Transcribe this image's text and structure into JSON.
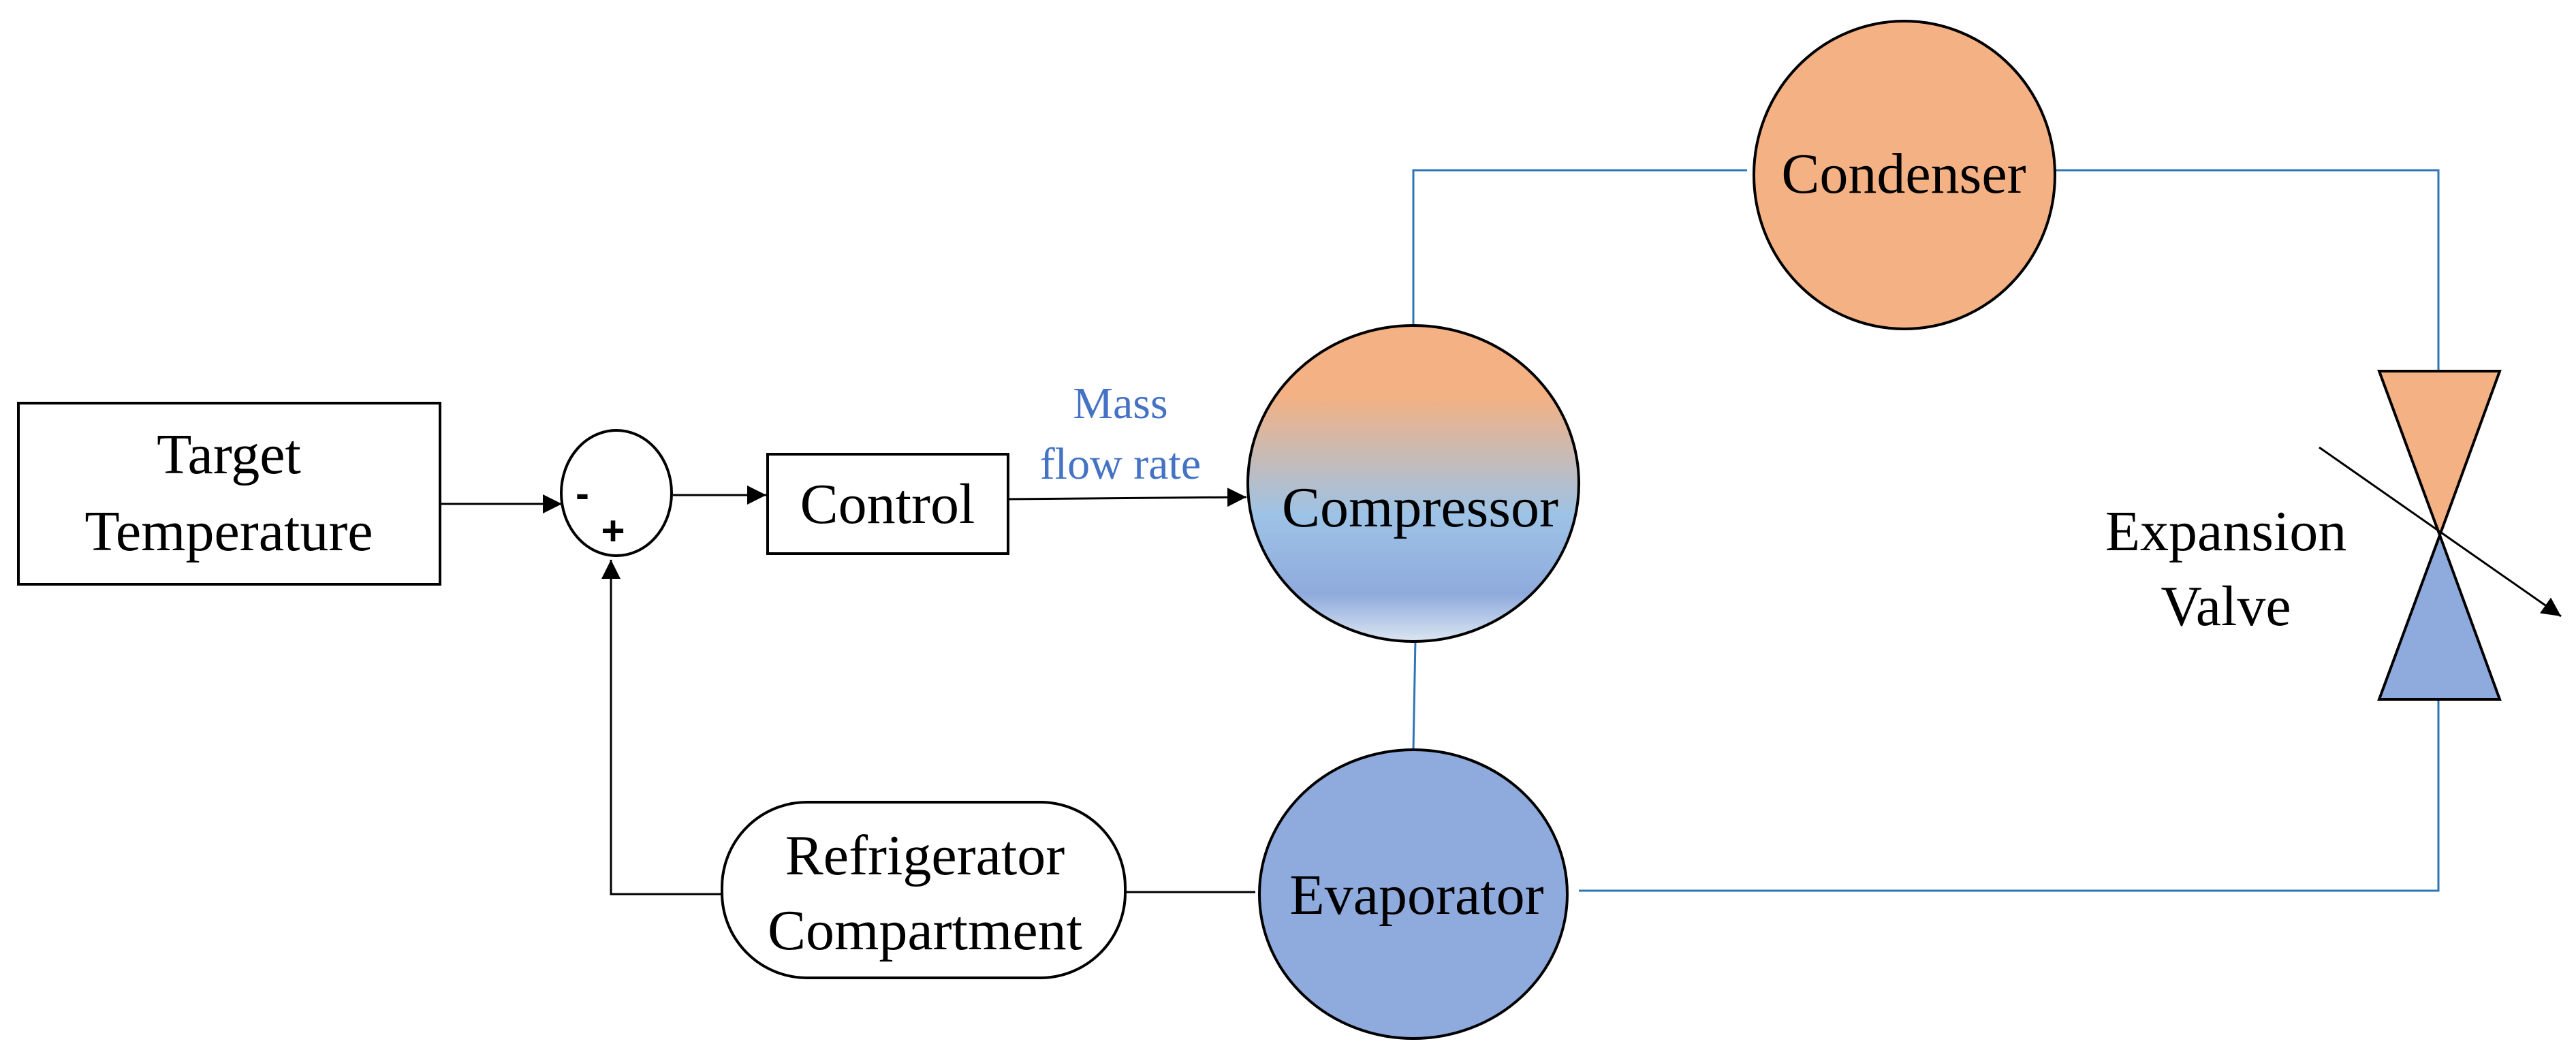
{
  "blocks": {
    "target": {
      "line1": "Target",
      "line2": "Temperature"
    },
    "control": "Control",
    "compartment": {
      "line1": "Refrigerator",
      "line2": "Compartment"
    },
    "compressor": "Compressor",
    "condenser": "Condenser",
    "evaporator": "Evaporator",
    "valve": {
      "line1": "Expansion",
      "line2": "Valve"
    }
  },
  "summing_junction": {
    "minus": "-",
    "plus": "+"
  },
  "signal_label": {
    "line1": "Mass",
    "line2": "flow rate"
  },
  "colors": {
    "condenser": "#F4B183",
    "evaporator": "#8FAADC",
    "refrigerant_line": "#2E75B6",
    "signal_label": "#4472C4"
  }
}
